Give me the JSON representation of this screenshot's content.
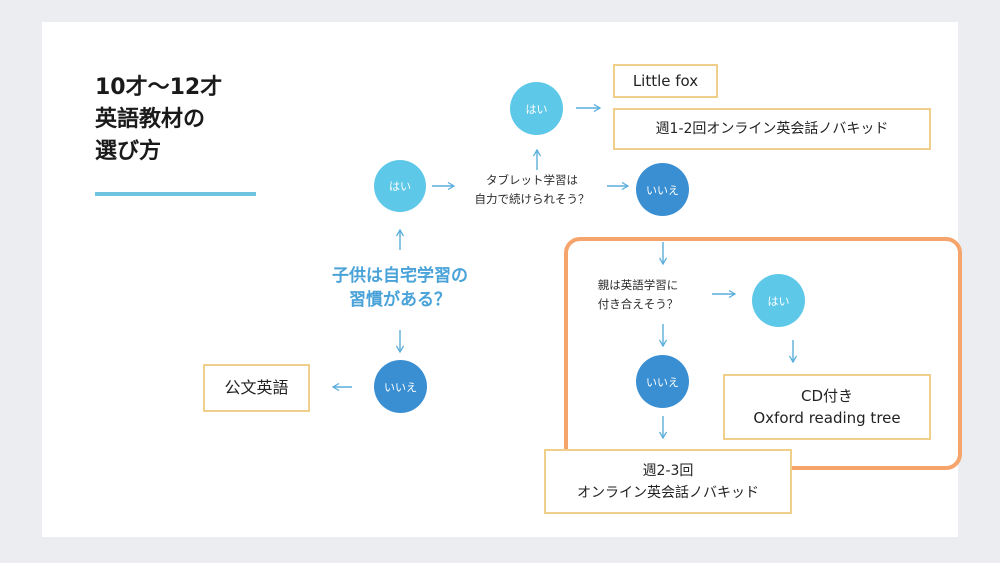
{
  "title": {
    "line1": "10才〜12才",
    "line2": "英語教材の",
    "line3": "選び方"
  },
  "nodes": {
    "root_question": {
      "line1": "子供は自宅学習の",
      "line2": "習慣がある？"
    },
    "root_yes": "はい",
    "root_no": "いいえ",
    "kumon": "公文英語",
    "tablet_question": {
      "line1": "タブレット学習は",
      "line2": "自力で続けられそう？"
    },
    "tablet_yes": "はい",
    "tablet_no": "いいえ",
    "little_fox": "Little fox",
    "online_1_2": "週1-2回オンライン英会話ノバキッド",
    "parent_question": {
      "line1": "親は英語学習に",
      "line2": "付き合えそう？"
    },
    "parent_yes": "はい",
    "parent_no": "いいえ",
    "oxford": {
      "line1": "CD付き",
      "line2": "Oxford reading tree"
    },
    "online_2_3": {
      "line1": "週2-3回",
      "line2": "オンライン英会話ノバキッド"
    }
  },
  "colors": {
    "yes_circle": "#5ec8e8",
    "no_circle": "#3a8fd2",
    "arrow": "#5aaedc",
    "box_border": "#efcf8a",
    "highlight_border": "#f5a56c",
    "main_question_text": "#4aa3d8"
  }
}
